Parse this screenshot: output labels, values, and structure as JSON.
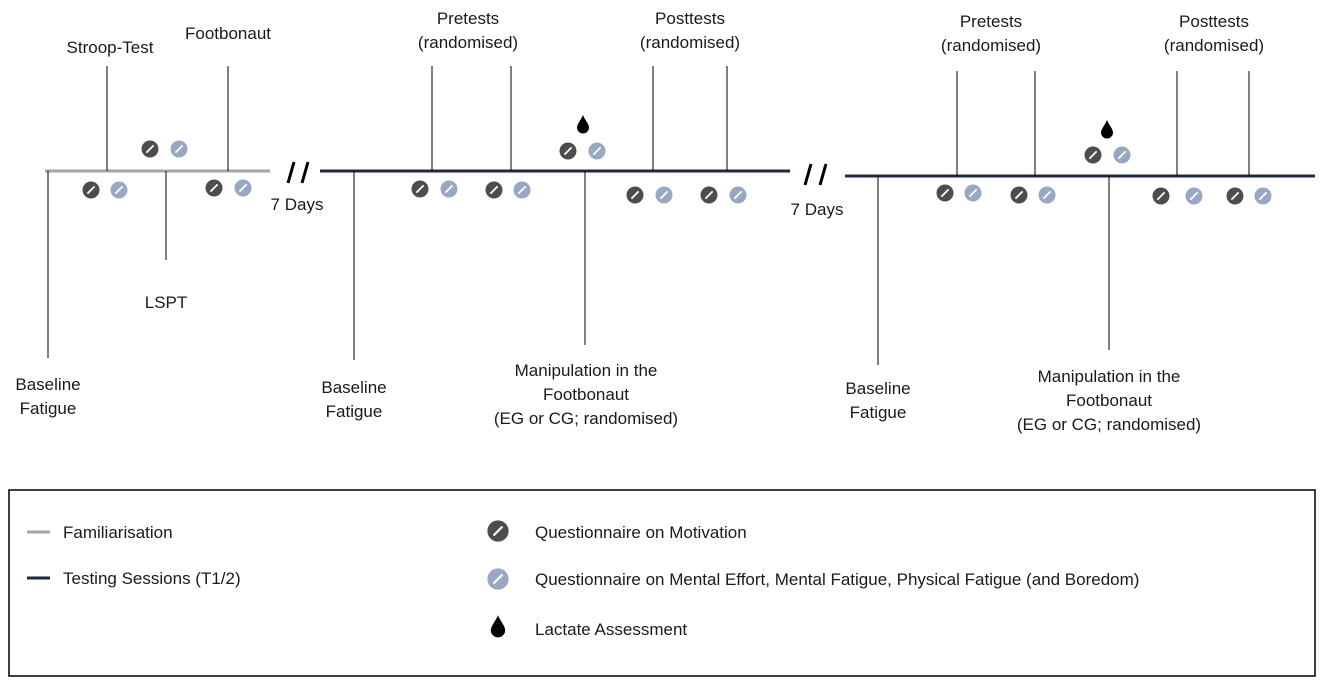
{
  "familiarisation": {
    "stroop_label": "Stroop-Test",
    "footbonaut_label": "Footbonaut",
    "lspt_label": "LSPT",
    "baseline_line1": "Baseline",
    "baseline_line2": "Fatigue"
  },
  "gap_label": "7 Days",
  "session": {
    "pretests_line1": "Pretests",
    "pretests_line2": "(randomised)",
    "posttests_line1": "Posttests",
    "posttests_line2": "(randomised)",
    "baseline_line1": "Baseline",
    "baseline_line2": "Fatigue",
    "manipulation_line1": "Manipulation in the",
    "manipulation_line2": "Footbonaut",
    "manipulation_line3": "(EG or CG; randomised)"
  },
  "legend": {
    "familiarisation": "Familiarisation",
    "testing": "Testing Sessions (T1/2)",
    "motivation": "Questionnaire on Motivation",
    "effort": "Questionnaire on Mental Effort, Mental Fatigue, Physical Fatigue (and Boredom)",
    "lactate": "Lactate Assessment"
  },
  "colors": {
    "familiarisation_line": "#a6a6a6",
    "testing_line": "#1f2a3c",
    "motivation_icon": "#4d4d4d",
    "effort_icon": "#99a8c2",
    "lactate_icon": "#000000"
  }
}
